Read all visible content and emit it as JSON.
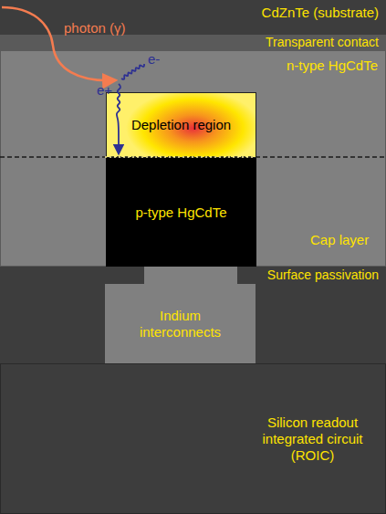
{
  "diagram": {
    "nodes": [
      {
        "text": [
          "CdZnTe (substrate)"
        ]
      },
      {
        "text": [
          "Transparent contact"
        ]
      },
      {
        "text": [
          "n-type HgCdTe"
        ]
      },
      {
        "text": [
          "Depletion region"
        ],
        "in": 2
      },
      {
        "text": [
          "p-type HgCdTe"
        ],
        "in": 2
      },
      {
        "text": [
          "Surface passivation"
        ]
      },
      {
        "text": [
          "Indium interconnects"
        ]
      },
      {
        "text": [
          "Silicon readout integrated circuit (ROIC)"
        ]
      }
    ],
    "labels": [
      "photon (γ)",
      "e-",
      "e+",
      "Cap layer"
    ]
  }
}
